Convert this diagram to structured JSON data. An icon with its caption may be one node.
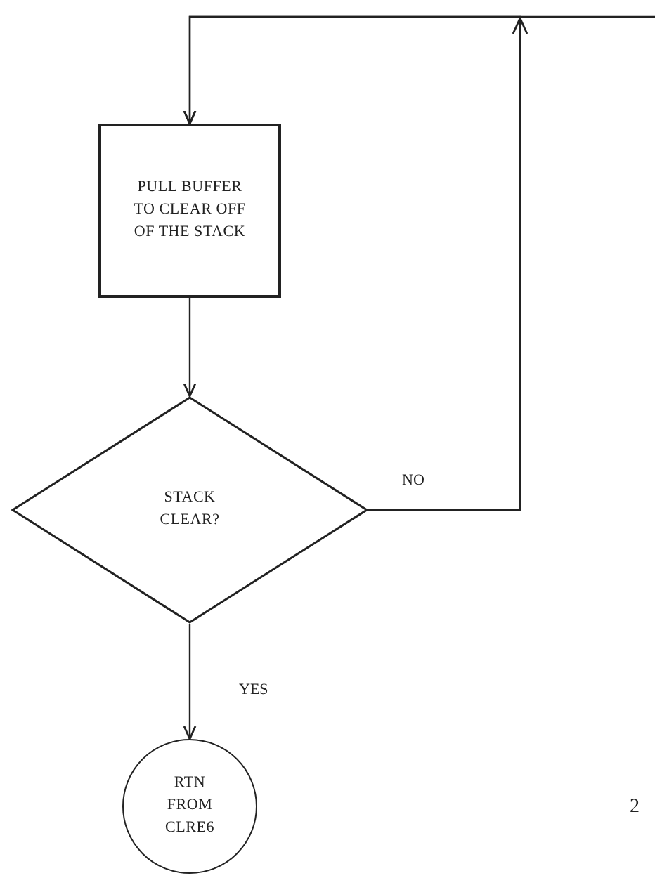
{
  "diagram": {
    "nodes": [
      {
        "text": [
          "PULL BUFFER TO CLEAR OFF OF THE STACK"
        ]
      },
      {
        "text": [
          "STACK CLEAR?"
        ]
      },
      {
        "text": [
          "RTN FROM CLRE6"
        ]
      }
    ],
    "edges": [
      {
        "from": 0,
        "to": 1,
        "arrow": "to"
      },
      {
        "from": 1,
        "to": 2,
        "arrow": "to",
        "label": "YES"
      },
      {
        "from": 1,
        "to": 0,
        "arrow": "to",
        "label": "NO"
      },
      {
        "from": null,
        "to": 0,
        "arrow": "to"
      }
    ],
    "labels": [
      "2"
    ]
  }
}
